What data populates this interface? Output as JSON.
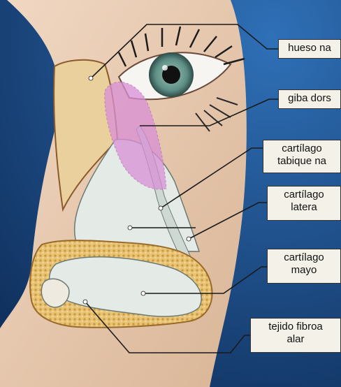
{
  "labels": {
    "hueso": {
      "line1": "hueso na"
    },
    "giba": {
      "line1": "giba dors"
    },
    "tabique": {
      "line1": "cartílago",
      "line2": "tabique na"
    },
    "lateral": {
      "line1": "cartílago",
      "line2": "latera"
    },
    "mayor": {
      "line1": "cartílago",
      "line2": "mayo"
    },
    "tejido": {
      "line1": "tejido fibroa",
      "line2": "alar"
    }
  },
  "colors": {
    "background": "#1c4f8f",
    "skin": "#e9c9ad",
    "bone": "#e6cf9a",
    "cartilage": "#dfe6e2",
    "dorsal_hump": "#d98fd6",
    "fat_tissue": "#e7c06a"
  }
}
